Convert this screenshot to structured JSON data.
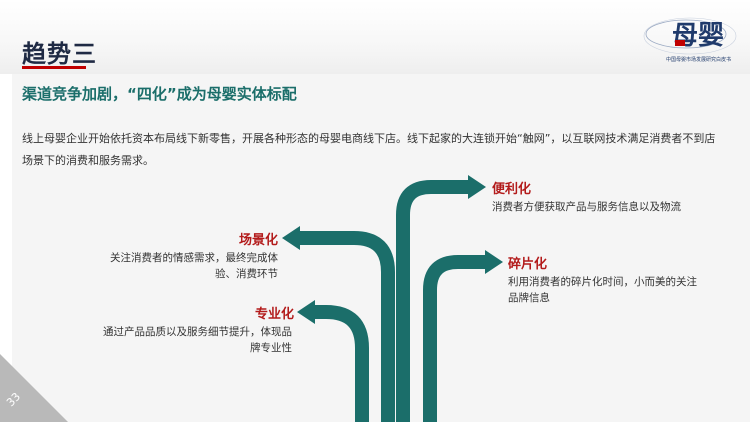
{
  "slide": {
    "title": "趋势三",
    "subtitle": "渠道竞争加剧，“四化”成为母婴实体标配",
    "intro": "线上母婴企业开始依托资本布局线下新零售，开展各种形态的母婴电商线下店。线下起家的大连锁开始“触网”，以互联网技术满足消费者不到店场景下的消费和服务需求。"
  },
  "logo": {
    "text": "母婴",
    "caption": "中国母婴市场发展研究白皮书"
  },
  "branches": [
    {
      "title": "便利化",
      "desc": "消费者方便获取产品与服务信息以及物流"
    },
    {
      "title": "场景化",
      "desc": "关注消费者的情感需求，最终完成体验、消费环节"
    },
    {
      "title": "碎片化",
      "desc": "利用消费者的碎片化时间，小而美的关注品牌信息"
    },
    {
      "title": "专业化",
      "desc": "通过产品品质以及服务细节提升，体现品牌专业性"
    }
  ],
  "page": {
    "number": "33"
  },
  "colors": {
    "arrow": "#1b6e6a",
    "accent_red": "#b31b1b",
    "title_navy": "#1f2a44"
  }
}
